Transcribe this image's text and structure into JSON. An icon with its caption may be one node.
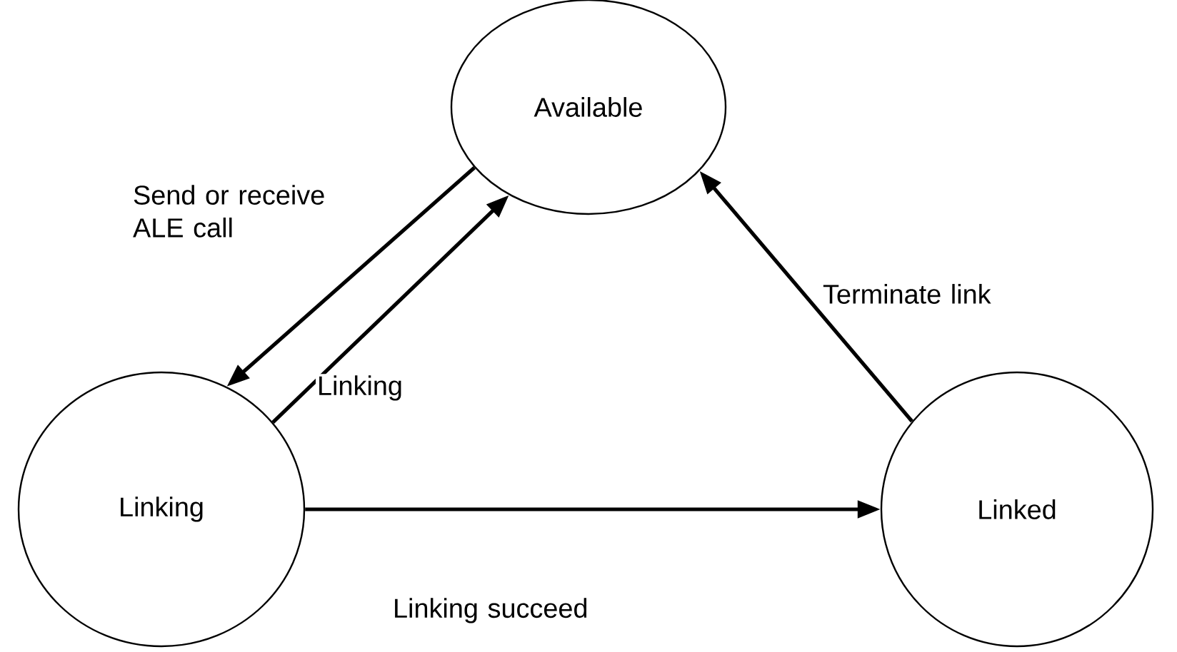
{
  "diagram": {
    "nodes": [
      {
        "text": [
          "Available"
        ]
      },
      {
        "text": [
          "Linking"
        ]
      },
      {
        "text": [
          "Linked"
        ]
      }
    ],
    "edges": [
      {
        "from": 0,
        "to": 1,
        "arrow": "to",
        "label": "Send or receive ALE call"
      },
      {
        "from": 1,
        "to": 0,
        "arrow": "to",
        "label": "Linking"
      },
      {
        "from": 1,
        "to": 2,
        "arrow": "to",
        "label": "Linking succeed"
      },
      {
        "from": 2,
        "to": 0,
        "arrow": "to",
        "label": "Terminate link"
      }
    ]
  }
}
